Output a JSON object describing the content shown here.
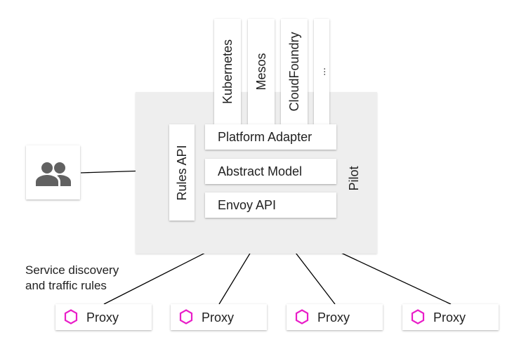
{
  "platforms": [
    "Kubernetes",
    "Mesos",
    "CloudFoundry",
    "..."
  ],
  "pilot": {
    "label": "Pilot",
    "rules_api": "Rules API",
    "layers": [
      "Platform Adapter",
      "Abstract Model",
      "Envoy API"
    ]
  },
  "users_icon": "group-icon",
  "caption": [
    "Service discovery",
    "and traffic rules"
  ],
  "proxies": [
    "Proxy",
    "Proxy",
    "Proxy",
    "Proxy"
  ],
  "proxy_icon": "hexagon-icon",
  "colors": {
    "pilot_bg": "#eeeeee",
    "hexagon": "#e91ec8",
    "users_icon": "#616161"
  }
}
